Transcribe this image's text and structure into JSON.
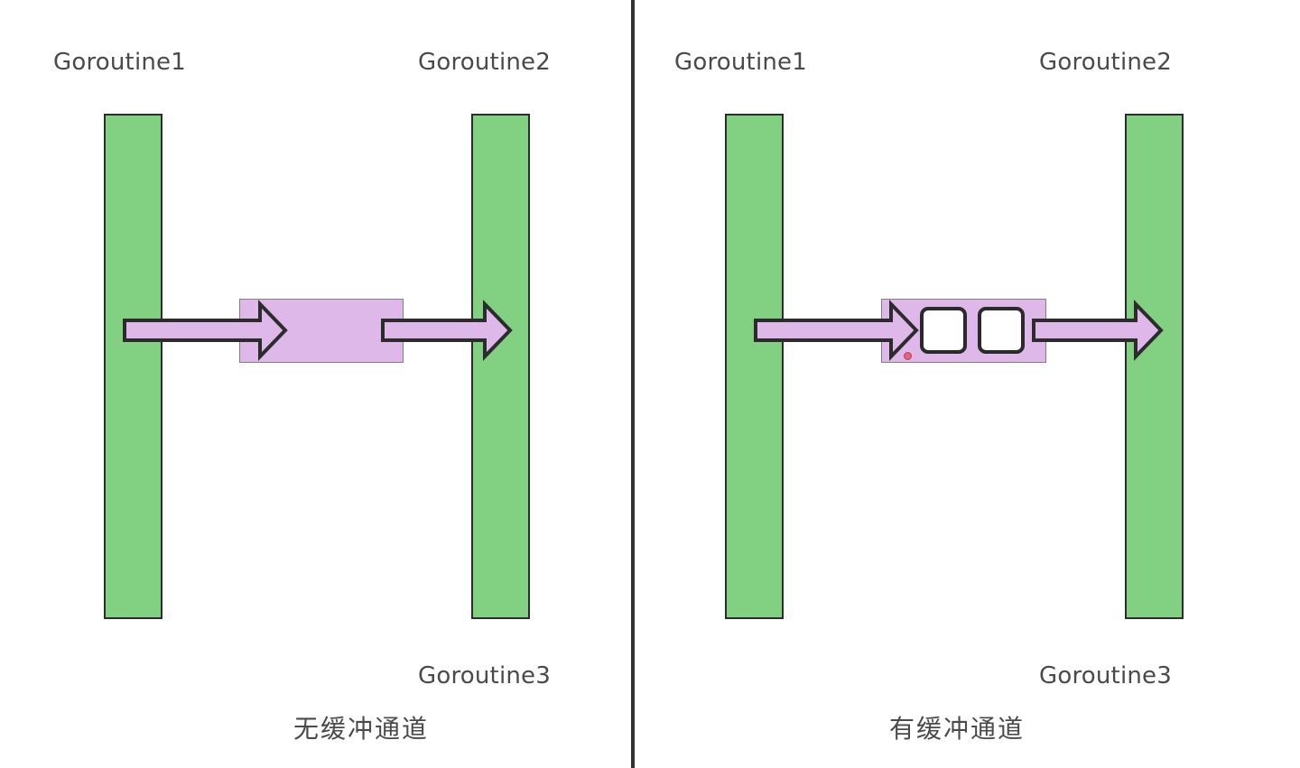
{
  "left": {
    "goroutine1": "Goroutine1",
    "goroutine2": "Goroutine2",
    "goroutine3": "Goroutine3",
    "caption": "无缓冲通道"
  },
  "right": {
    "goroutine1": "Goroutine1",
    "goroutine2": "Goroutine2",
    "goroutine3": "Goroutine3",
    "caption": "有缓冲通道",
    "buffer_slots": 2
  },
  "colors": {
    "goroutine_bar": "#82d082",
    "channel": "#deb8e8",
    "arrow_fill": "#deb8e8",
    "outline": "#2c2c2c",
    "divider": "#333333"
  }
}
